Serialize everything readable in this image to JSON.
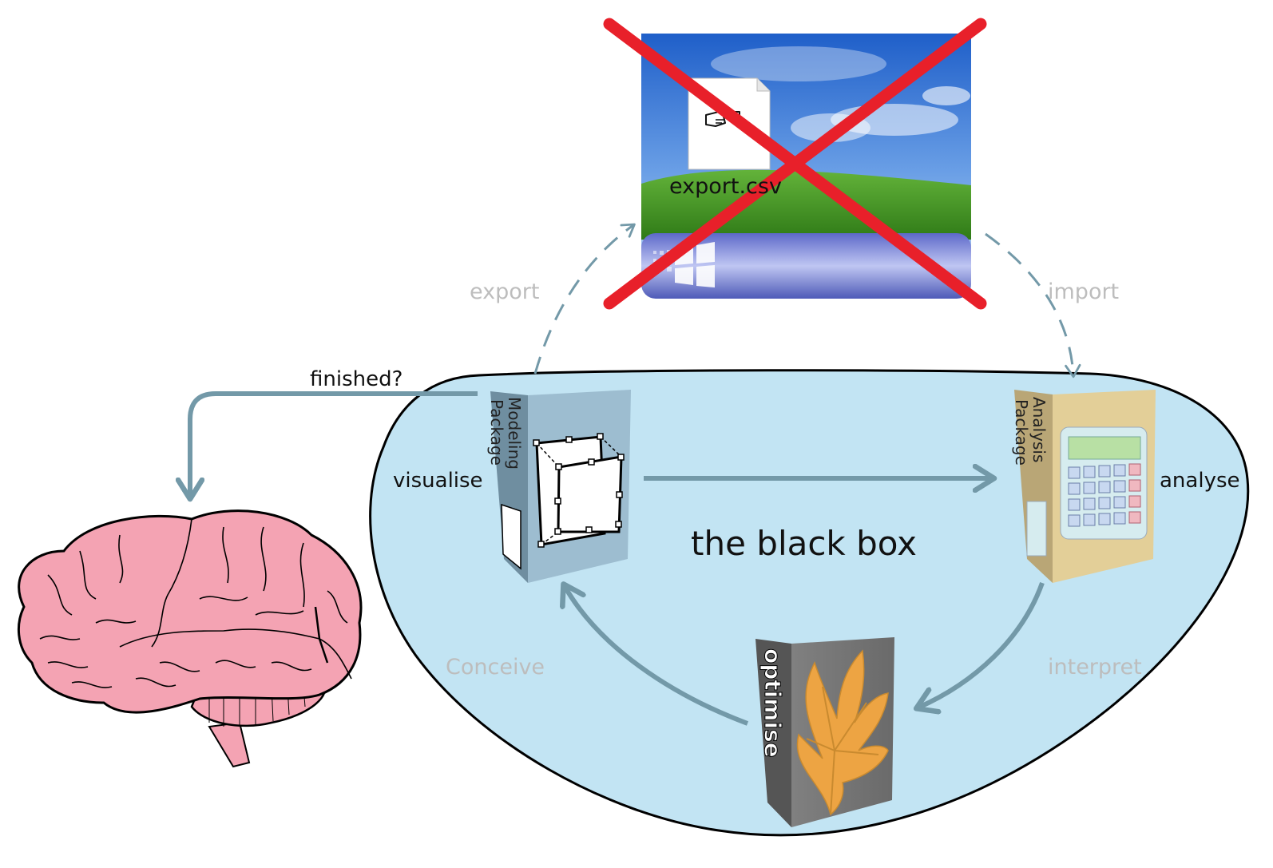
{
  "diagram": {
    "title": "the black box",
    "labels": {
      "finished": "finished?",
      "visualise": "visualise",
      "analyse": "analyse",
      "export": "export",
      "import": "import",
      "conceive": "Conceive",
      "interpret": "interpret"
    },
    "packages": {
      "modeling": [
        "Modeling",
        "Package"
      ],
      "analysis": [
        "Analysis",
        "Package"
      ],
      "optimise": "optimise"
    },
    "desktop": {
      "file_name": "export.csv",
      "crossed_out": true
    },
    "colors": {
      "blackbox_fill": "#c2e4f3",
      "arrow": "#7399a8",
      "cross": "#e8202a",
      "brain": "#f4a3b3",
      "modeling_box": "#9dbdd0",
      "analysis_box": "#e3cf98",
      "optimise_box": "#7a7a7a"
    }
  }
}
